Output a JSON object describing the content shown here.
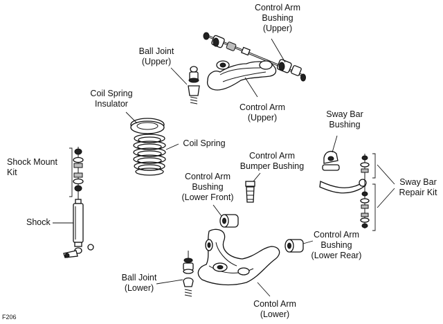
{
  "labels": {
    "control_arm_bushing_upper": [
      "Control Arm",
      "Bushing",
      "(Upper)"
    ],
    "ball_joint_upper": [
      "Ball Joint",
      "(Upper)"
    ],
    "coil_spring_insulator": [
      "Coil Spring",
      "Insulator"
    ],
    "control_arm_upper": [
      "Control Arm",
      "(Upper)"
    ],
    "sway_bar_bushing": [
      "Sway Bar",
      "Bushing"
    ],
    "coil_spring": [
      "Coil Spring"
    ],
    "shock_mount_kit": [
      "Shock Mount",
      "Kit"
    ],
    "control_arm_bumper_bushing": [
      "Control Arm",
      "Bumper Bushing"
    ],
    "sway_bar_repair_kit": [
      "Sway Bar",
      "Repair Kit"
    ],
    "control_arm_bushing_lower_front": [
      "Control Arm",
      "Bushing",
      "(Lower Front)"
    ],
    "shock": [
      "Shock"
    ],
    "control_arm_bushing_lower_rear": [
      "Control Arm",
      "Bushing",
      "(Lower Rear)"
    ],
    "ball_joint_lower": [
      "Ball Joint",
      "(Lower)"
    ],
    "control_arm_lower": [
      "Contol Arm",
      "(Lower)"
    ]
  },
  "figure_id": "F206"
}
